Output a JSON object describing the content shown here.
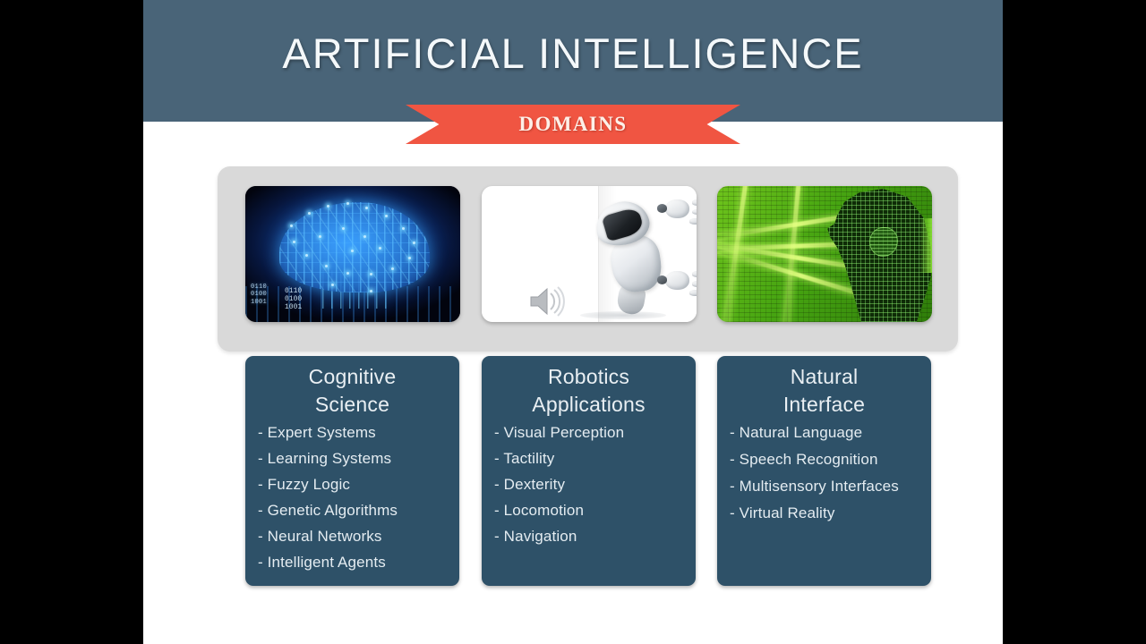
{
  "slide": {
    "header": {
      "title": "ARTIFICIAL  INTELLIGENCE",
      "background_color": "#496478",
      "title_color": "#f4f8fa"
    },
    "ribbon": {
      "label": "DOMAINS",
      "background_color": "#f05542",
      "text_color": "#fdf0e8"
    },
    "media_panel": {
      "background_color": "#d9d9d9",
      "thumbnails": [
        {
          "name": "circuit-brain-image",
          "alt": "Blue circuit-board brain on black background with binary digits",
          "accent_color": "#3ba8ff",
          "binary_text_left": "0110\n0100\n1001",
          "binary_text_right": "0110\n0100\n1001"
        },
        {
          "name": "robot-image",
          "alt": "White humanoid robot peeking from behind a white panel with a speaker icon",
          "accent_color": "#ffffff",
          "icon": "speaker-icon"
        },
        {
          "name": "wireframe-head-image",
          "alt": "Green wireframe human head in profile with green laser grid",
          "accent_color": "#5fbf1c"
        }
      ]
    },
    "cards": [
      {
        "id": "cognitive-science",
        "title": "Cognitive Science",
        "title_line1": "Cognitive",
        "title_line2": "Science",
        "background_color": "#2e5168",
        "items": [
          "- Expert Systems",
          "- Learning Systems",
          "- Fuzzy Logic",
          "- Genetic Algorithms",
          "- Neural Networks",
          "- Intelligent Agents"
        ]
      },
      {
        "id": "robotics-applications",
        "title": "Robotics Applications",
        "title_line1": "Robotics",
        "title_line2": "Applications",
        "background_color": "#2e5168",
        "items": [
          "- Visual Perception",
          "- Tactility",
          "- Dexterity",
          "- Locomotion",
          "- Navigation"
        ]
      },
      {
        "id": "natural-interface",
        "title": "Natural Interface",
        "title_line1": "Natural",
        "title_line2": "Interface",
        "background_color": "#2e5168",
        "items": [
          "- Natural Language",
          "- Speech Recognition",
          "- Multisensory Interfaces",
          "- Virtual Reality"
        ]
      }
    ]
  }
}
